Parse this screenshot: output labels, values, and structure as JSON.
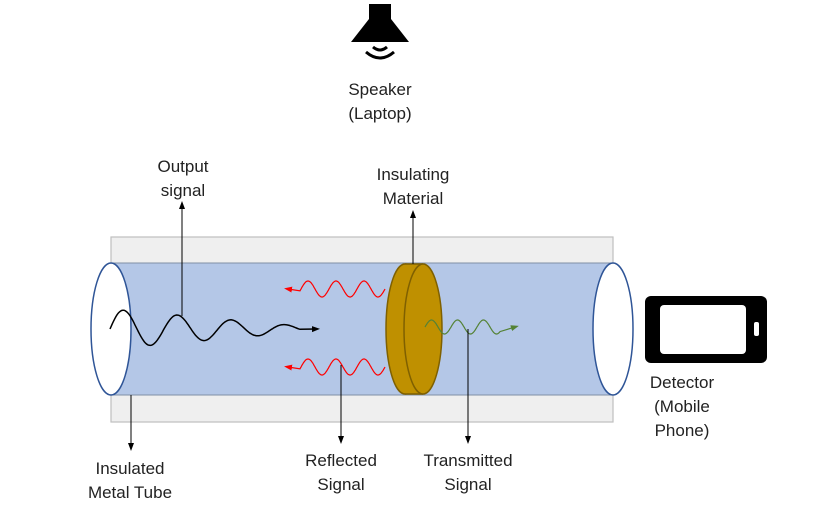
{
  "colors": {
    "tube_fill": "#b4c7e7",
    "tube_shell": "#efefef",
    "tube_shell_stroke": "#bfbfbf",
    "end_cap_stroke": "#2f5597",
    "insulator_fill": "#bf9000",
    "insulator_stroke": "#7f6000",
    "output_wave": "#000000",
    "reflected_wave": "#ff0000",
    "transmitted_wave": "#548235",
    "arrow": "#000000",
    "device": "#000000"
  },
  "icons": {
    "speaker": "speaker-icon",
    "phone": "mobile-phone-icon"
  },
  "labels": {
    "speaker": [
      "Speaker",
      "(Laptop)"
    ],
    "output": [
      "Output",
      "signal"
    ],
    "insulating": [
      "Insulating",
      "Material"
    ],
    "detector": [
      "Detector",
      "(Mobile",
      "Phone)"
    ],
    "tube": [
      "Insulated",
      "Metal Tube"
    ],
    "reflected": [
      "Reflected",
      "Signal"
    ],
    "transmitted": [
      "Transmitted",
      "Signal"
    ]
  }
}
